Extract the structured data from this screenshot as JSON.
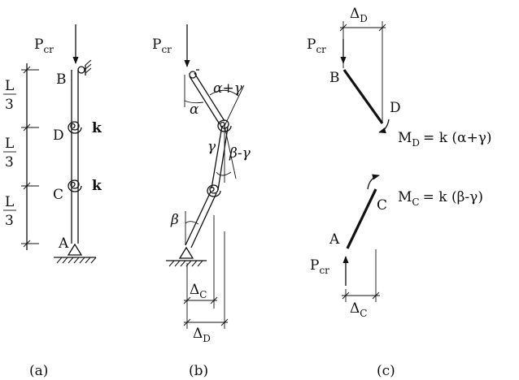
{
  "panels": {
    "a": {
      "caption": "(a)",
      "load": {
        "main": "P",
        "sub": "cr"
      },
      "dimension": {
        "numerator": "L",
        "denominator": "3"
      },
      "nodes": {
        "top": "B",
        "upper": "D",
        "lower": "C",
        "bottom": "A"
      },
      "spring_labels": [
        "k",
        "k"
      ]
    },
    "b": {
      "caption": "(b)",
      "load": {
        "main": "P",
        "sub": "cr"
      },
      "angles": {
        "top": "α",
        "top_sum": "α+γ",
        "mid": "γ",
        "mid_diff": "β-γ",
        "bottom": "β"
      },
      "deltas": [
        {
          "main": "Δ",
          "sub": "C"
        },
        {
          "main": "Δ",
          "sub": "D"
        }
      ]
    },
    "c": {
      "caption": "(c)",
      "upper": {
        "delta": {
          "main": "Δ",
          "sub": "D"
        },
        "load": {
          "main": "P",
          "sub": "cr"
        },
        "nodes": {
          "top": "B",
          "bottom": "D"
        },
        "moment": {
          "main": "M",
          "sub": "D",
          "rhs": "= k (α+γ)"
        }
      },
      "lower": {
        "nodes": {
          "top": "C",
          "bottom": "A"
        },
        "moment": {
          "main": "M",
          "sub": "C",
          "rhs": "= k (β-γ)"
        },
        "load": {
          "main": "P",
          "sub": "cr"
        },
        "delta": {
          "main": "Δ",
          "sub": "C"
        }
      }
    }
  }
}
